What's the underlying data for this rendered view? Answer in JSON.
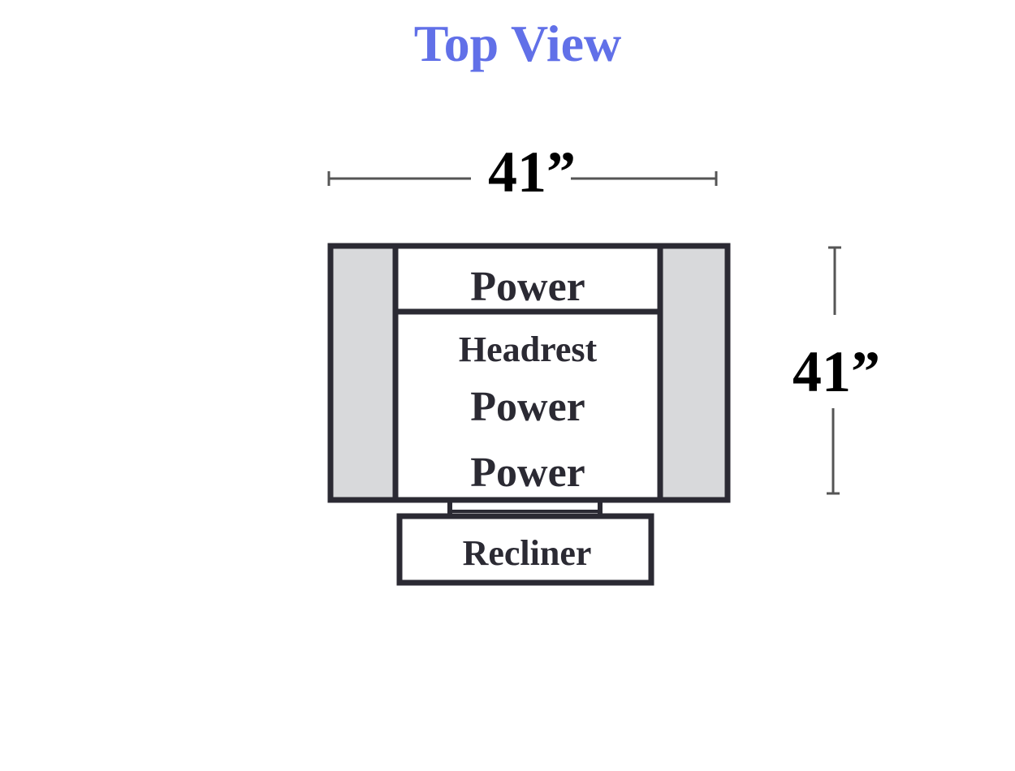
{
  "title": "Top View",
  "width_label": "41”",
  "depth_label": "41”",
  "labels": {
    "top_section": "Power",
    "headrest": "Headrest",
    "power_middle": "Power",
    "power_lower": "Power",
    "recliner": "Recliner"
  },
  "colors": {
    "title": "#6170e8",
    "outline": "#2b2a33",
    "armrest_fill": "#d8d9db",
    "dimension_line": "#555555"
  }
}
